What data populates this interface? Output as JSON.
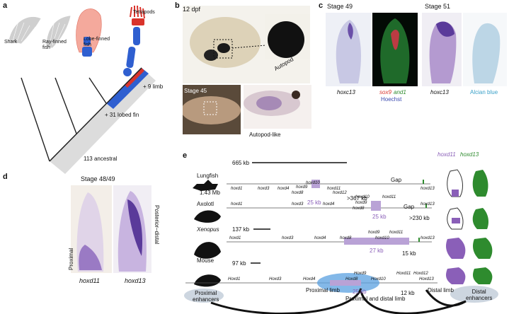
{
  "panels": {
    "a": "a",
    "b": "b",
    "c": "c",
    "d": "d",
    "e": "e"
  },
  "a": {
    "taxa": [
      "Shark",
      "Ray-finned\nfish",
      "Lobe-finned\nfish",
      "Tetrapods"
    ],
    "plus_limb": "+ 9 limb",
    "plus_lobed": "+ 31 lobed fin",
    "ancestral": "113 ancestral"
  },
  "b": {
    "stage_top": "12 dpf",
    "autopod": "Autopod",
    "stage_bottom": "Stage 45",
    "autopod_like": "Autopod-like"
  },
  "c": {
    "stage49": "Stage 49",
    "stage51": "Stage 51",
    "hoxc13_a": "hoxc13",
    "sox9": "sox9",
    "and1": "and1",
    "hoechst": "Hoechst",
    "hoxc13_b": "hoxc13",
    "alcian": "Alcian blue"
  },
  "d": {
    "stage": "Stage 48/49",
    "posterior": "Posterior–distal",
    "proximal": "Proximal",
    "hoxd11": "hoxd11",
    "hoxd13": "hoxd13"
  },
  "e": {
    "legend_hoxd11": "hoxd11",
    "legend_hoxd13": "hoxd13",
    "lungfish": {
      "name": "Lungfish",
      "scale": "665 kb",
      "genes": [
        "hoxd1",
        "hoxd3",
        "hoxd4",
        "hoxd9",
        "hoxd8",
        "hoxd10",
        "hoxd11",
        "hoxd12",
        "hoxd13"
      ],
      "block": "25 kb",
      "gap": "Gap",
      "dist": ">367 kb"
    },
    "axolotl": {
      "name": "Axolotl",
      "scale": "1.43 Mb",
      "genes": [
        "hoxd1",
        "hoxd3",
        "hoxd4",
        "hoxd10",
        "hoxd9",
        "hoxd8",
        "hoxd11",
        "hoxd13"
      ],
      "block": "25 kb",
      "gap": "Gap",
      "dist": ">230 kb"
    },
    "xenopus": {
      "name": "Xenopus",
      "scale": "137 kb",
      "genes": [
        "hoxd1",
        "hoxd3",
        "hoxd4",
        "hoxd8",
        "hoxd9",
        "hoxd11",
        "hoxd10",
        "hoxd13"
      ],
      "block": "27 kb",
      "dist": "15 kb"
    },
    "mouse": {
      "name": "Mouse",
      "scale": "97 kb",
      "genes": [
        "Hoxd1",
        "Hoxd3",
        "Hoxd4",
        "Hoxd8",
        "Hoxd9",
        "Hoxd10",
        "Hoxd11",
        "Hoxd12",
        "Hoxd13"
      ],
      "block": "25 kb",
      "dist": "12 kb",
      "proximal_limb": "Proximal limb",
      "distal_limb": "Distal limb",
      "prox_and_distal": "Proximal and distal limb",
      "prox_enh": "Proximal\nenhancers",
      "dist_enh": "Distal\nenhancers"
    }
  },
  "colors": {
    "purple": "#8a5fb8",
    "green": "#2e8b2e",
    "blue": "#2f5fd0",
    "red": "#d9332b",
    "salmon": "#f2a79a",
    "gray": "#cfcfcf"
  }
}
